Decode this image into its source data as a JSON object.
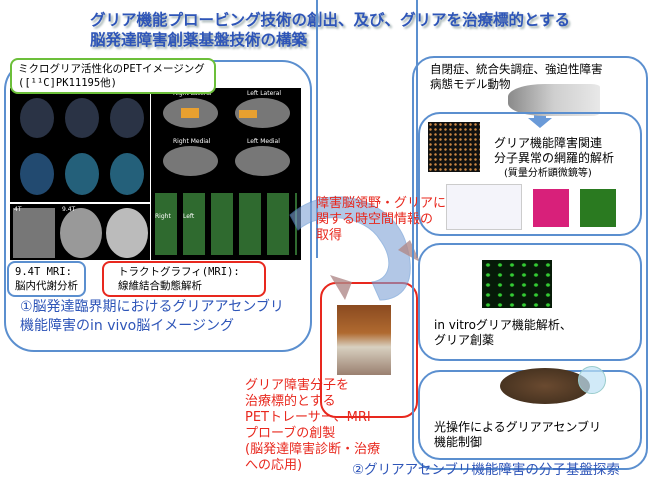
{
  "title": {
    "line1": "グリア機能プロービング技術の創出、及び、グリアを治療標的とする",
    "line2": "脳発達障害創薬基盤技術の構築"
  },
  "left_panel": {
    "pet_label": {
      "line1": "ミクログリア活性化のPETイメージング",
      "line2": "([¹¹C]PK11195他)"
    },
    "image_labels": {
      "right_lateral": "Right Lateral",
      "left_lateral": "Left Lateral",
      "right_medial": "Right Medial",
      "left_medial": "Left Medial",
      "mri_4t": "4T",
      "mri_94t": "9.4T",
      "right": "Right",
      "left": "Left"
    },
    "mri_label": {
      "line1": "9.4T MRI:",
      "line2": "脳内代謝分析"
    },
    "tract_label": {
      "line1": "トラクトグラフィ(MRI):",
      "line2": "線維結合動態解析"
    },
    "caption": {
      "line1": "①脳発達臨界期におけるグリアアセンブリ",
      "line2": "機能障害のin vivo脳イメージング"
    }
  },
  "center": {
    "info_text": {
      "line1": "障害脳領野・グリアに",
      "line2": "関する時空間情報の",
      "line3": "取得"
    },
    "probe_text": {
      "line1": "グリア障害分子を",
      "line2": "治療標的とする",
      "line3": "PETトレーサー、MRI",
      "line4": "プローブの創製",
      "line5": "(脳発達障害診断・治療",
      "line6": "への応用)"
    }
  },
  "right_panel": {
    "model": {
      "line1": "自閉症、統合失調症、強迫性障害",
      "line2": "病態モデル動物"
    },
    "analysis": {
      "line1": "グリア機能障害関連",
      "line2": "分子異常の網羅的解析",
      "line3": "(質量分析顕微鏡等)"
    },
    "invitro": {
      "line1": "in vitroグリア機能解析、",
      "line2": "グリア創薬"
    },
    "optogenetics": {
      "line1": "光操作によるグリアアセンブリ",
      "line2": "機能制御"
    },
    "caption": "②グリアアセンブリ機能障害の分子基盤探索"
  },
  "colors": {
    "blue": "#2e55b8",
    "border": "#5b8fcf",
    "red": "#e8281e",
    "green": "#6cbf3a"
  }
}
